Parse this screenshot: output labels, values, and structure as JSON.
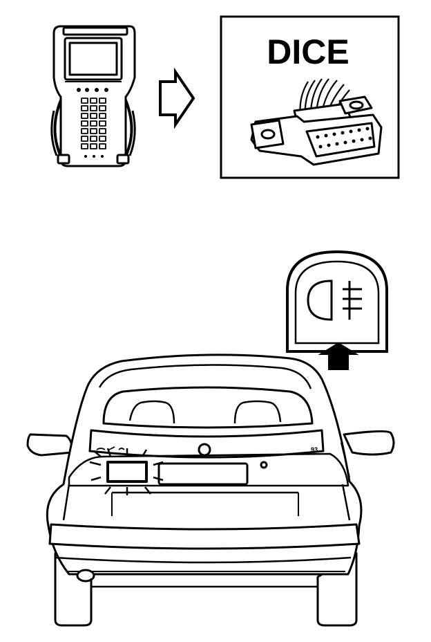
{
  "dice_panel": {
    "title": "DICE"
  },
  "lamp_panel": {
    "icon": "rear-fog-lamp-symbol"
  },
  "car": {
    "icon": "car-rear-view",
    "badge_text": "93",
    "highlighted_part": "rear-fog-lamp"
  },
  "tool": {
    "icon": "diagnostic-tester"
  },
  "colors": {
    "ink": "#000000",
    "paper": "#ffffff"
  }
}
